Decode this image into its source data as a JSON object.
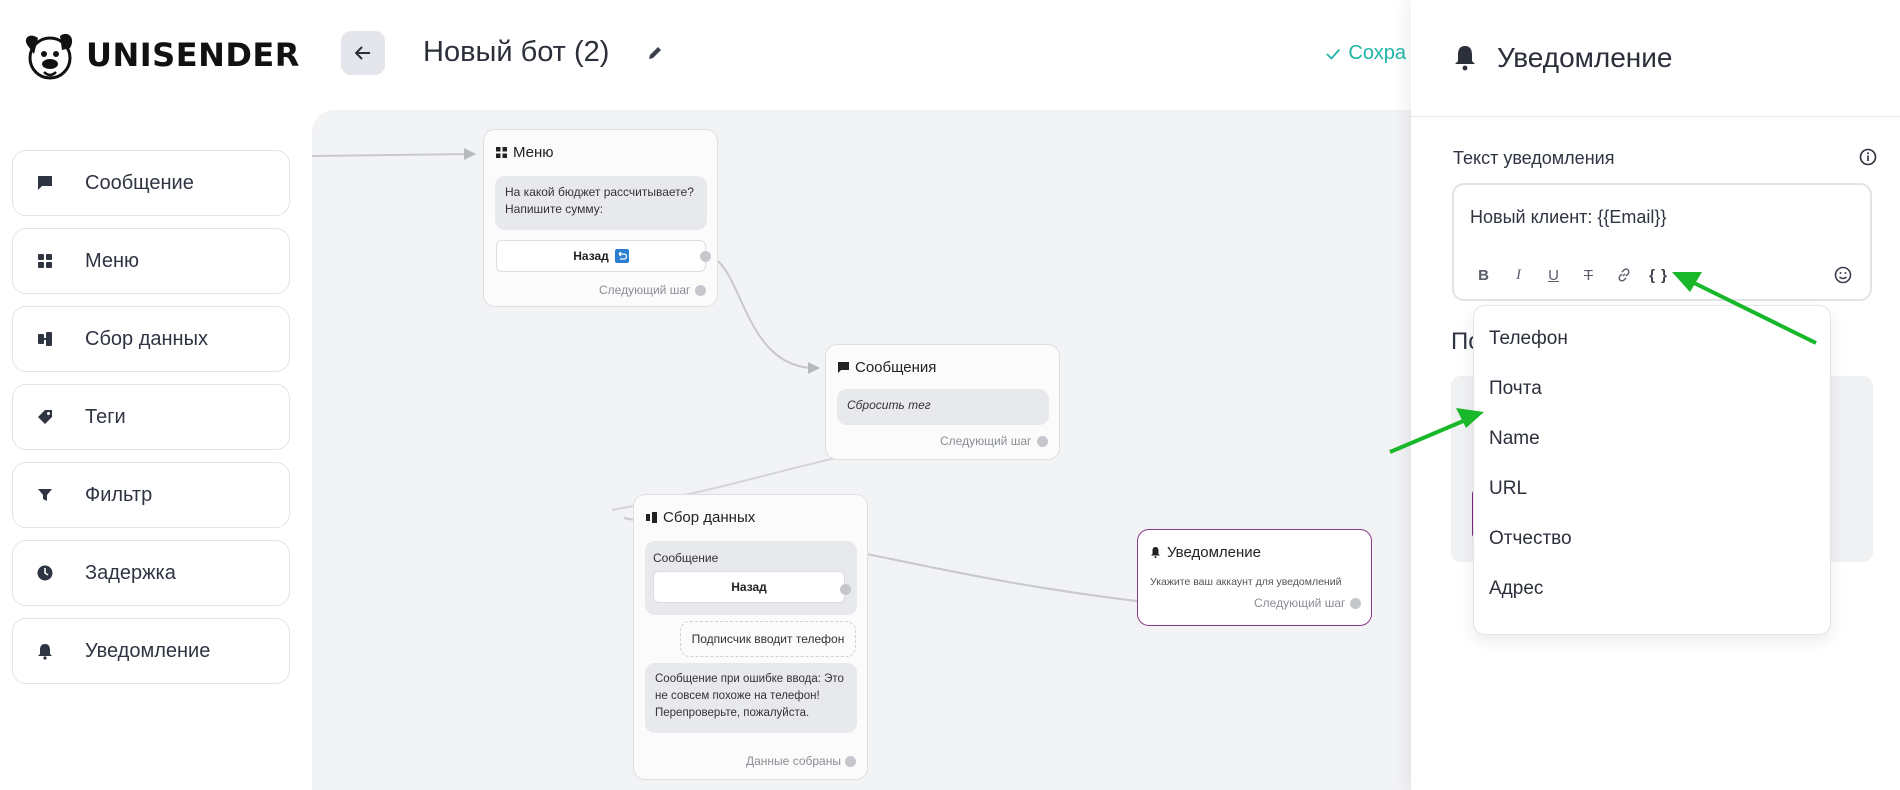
{
  "header": {
    "logo_text": "UNISENDER",
    "bot_title": "Новый бот (2)",
    "save_status": "Сохра"
  },
  "sidebar": {
    "items": [
      {
        "label": "Сообщение",
        "icon": "chat-icon"
      },
      {
        "label": "Меню",
        "icon": "grid-icon"
      },
      {
        "label": "Сбор данных",
        "icon": "data-collection-icon"
      },
      {
        "label": "Теги",
        "icon": "tag-icon"
      },
      {
        "label": "Фильтр",
        "icon": "filter-icon"
      },
      {
        "label": "Задержка",
        "icon": "clock-icon"
      },
      {
        "label": "Уведомление",
        "icon": "bell-icon"
      }
    ]
  },
  "canvas": {
    "menu_node": {
      "title": "Меню",
      "message": "На какой бюджет рассчитываете? Напишите сумму:",
      "button": "Назад",
      "next": "Следующий шаг"
    },
    "messages_node": {
      "title": "Сообщения",
      "message": "Сбросить тег",
      "next": "Следующий шаг"
    },
    "data_node": {
      "title": "Сбор данных",
      "section_label": "Сообщение",
      "button": "Назад",
      "input_hint": "Подписчик вводит телефон",
      "error_message": "Сообщение при ошибке ввода: Это не совсем похоже на телефон! Перепроверьте, пожалуйста.",
      "done": "Данные собраны"
    },
    "notify_node": {
      "title": "Уведомление",
      "hint": "Укажите ваш аккаунт для уведомлений",
      "next": "Следующий шаг"
    }
  },
  "panel": {
    "title": "Уведомление",
    "field_label": "Текст уведомления",
    "editor_value": "Новый клиент: {{Email}}",
    "toolbar": {
      "bold": "B",
      "italic": "I",
      "underline": "U",
      "strike": "T",
      "variables": "{ }"
    },
    "behind_label": "По",
    "variables_dropdown": [
      "Телефон",
      "Почта",
      "Name",
      "URL",
      "Отчество",
      "Адрес"
    ]
  },
  "colors": {
    "accent_teal": "#1fb5a7",
    "annotation_arrow": "#18b82a",
    "selected_node_border": "#8a3a8a"
  }
}
